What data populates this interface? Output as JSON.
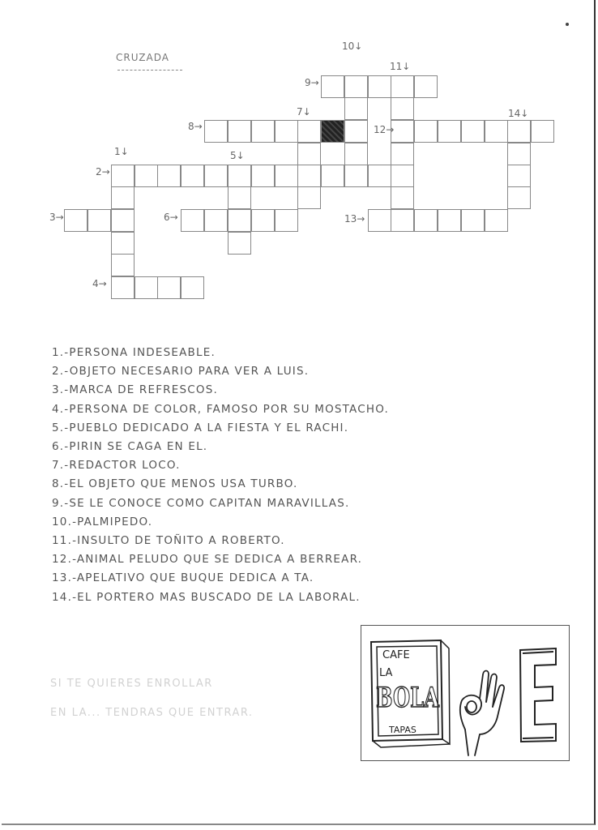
{
  "title": "CRUZADA",
  "grid_numbers": [
    "1",
    "2",
    "3",
    "4",
    "5",
    "6",
    "7",
    "8",
    "9",
    "10",
    "11",
    "12",
    "13",
    "14"
  ],
  "clues": [
    "1.-PERSONA INDESEABLE.",
    "2.-OBJETO NECESARIO PARA VER A LUIS.",
    "3.-MARCA DE REFRESCOS.",
    "4.-PERSONA DE COLOR, FAMOSO POR SU MOSTACHO.",
    "5.-PUEBLO DEDICADO A LA FIESTA Y EL RACHI.",
    "6.-PIRIN SE CAGA EN EL.",
    "7.-REDACTOR LOCO.",
    "8.-EL OBJETO QUE MENOS USA TURBO.",
    "9.-SE LE CONOCE COMO CAPITAN MARAVILLAS.",
    "10.-PALMIPEDO.",
    "11.-INSULTO DE TOÑITO A ROBERTO.",
    "12.-ANIMAL PELUDO QUE SE DEDICA A BERREAR.",
    "13.-APELATIVO QUE BUQUE DEDICA A TA.",
    "14.-EL PORTERO MAS BUSCADO DE LA LABORAL."
  ],
  "faded_line_1": "SI TE QUIERES ENROLLAR",
  "faded_line_2": "EN LA... TENDRAS QUE ENTRAR.",
  "logo": {
    "sign_top": "CAFE",
    "sign_middle_1": "LA",
    "sign_middle_2": "BOLA",
    "sign_bottom": "TAPAS",
    "letter": "E"
  }
}
